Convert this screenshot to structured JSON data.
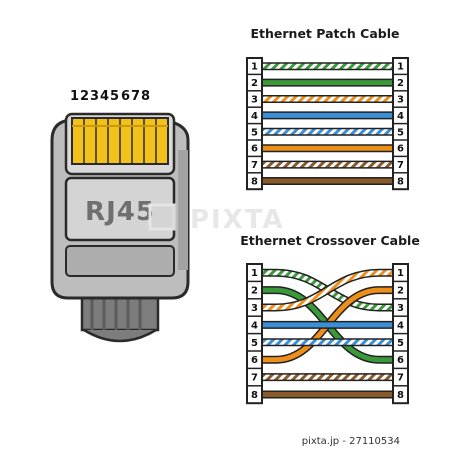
{
  "connector": {
    "label": "RJ45",
    "pin_numbers": [
      "1",
      "2",
      "3",
      "4",
      "5",
      "6",
      "7",
      "8"
    ]
  },
  "patch": {
    "title": "Ethernet Patch Cable",
    "left_labels": [
      "1",
      "2",
      "3",
      "4",
      "5",
      "6",
      "7",
      "8"
    ],
    "right_labels": [
      "1",
      "2",
      "3",
      "4",
      "5",
      "6",
      "7",
      "8"
    ],
    "mapping": [
      1,
      2,
      3,
      4,
      5,
      6,
      7,
      8
    ]
  },
  "crossover": {
    "title": "Ethernet Crossover Cable",
    "left_labels": [
      "1",
      "2",
      "3",
      "4",
      "5",
      "6",
      "7",
      "8"
    ],
    "right_labels": [
      "1",
      "2",
      "3",
      "4",
      "5",
      "6",
      "7",
      "8"
    ],
    "mapping": [
      3,
      6,
      1,
      4,
      5,
      2,
      7,
      8
    ]
  },
  "wires": [
    {
      "color": "#3a9a3a",
      "striped": true
    },
    {
      "color": "#3a9a3a",
      "striped": false
    },
    {
      "color": "#ee8f1c",
      "striped": true
    },
    {
      "color": "#3b8fd6",
      "striped": false
    },
    {
      "color": "#3b8fd6",
      "striped": true
    },
    {
      "color": "#ee8f1c",
      "striped": false
    },
    {
      "color": "#8a5a2b",
      "striped": true
    },
    {
      "color": "#8a5a2b",
      "striped": false
    }
  ],
  "watermark": "PIXTA",
  "image_id": "27110534"
}
